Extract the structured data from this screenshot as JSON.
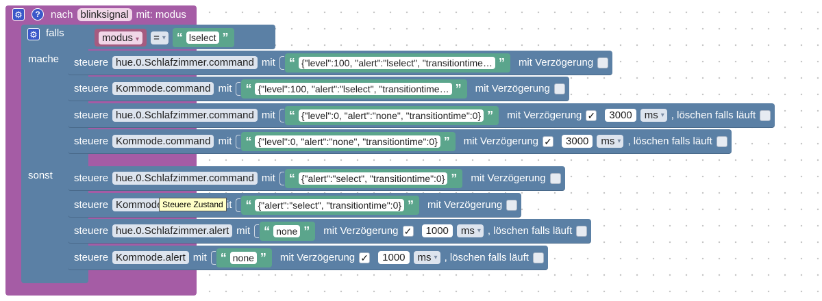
{
  "function": {
    "keyword": "nach",
    "name": "blinksignal",
    "params": "mit: modus",
    "help": "?"
  },
  "if_block": {
    "if_label": "falls",
    "then_label": "mache",
    "else_label": "sonst",
    "condition": {
      "variable": "modus",
      "operator": "=",
      "value": "lselect"
    }
  },
  "labels": {
    "control": "steuere",
    "with": "mit",
    "delay": "mit Verzögerung",
    "clear": ", löschen falls läuft"
  },
  "then_statements": [
    {
      "target": "hue.0.Schlafzimmer.command",
      "value": "{\"level\":100, \"alert\":\"lselect\", \"transitiontime…",
      "delay_checked": false
    },
    {
      "target": "Kommode.command",
      "value": "{\"level\":100, \"alert\":\"lselect\", \"transitiontime…",
      "delay_checked": false
    },
    {
      "target": "hue.0.Schlafzimmer.command",
      "value": "{\"level\":0, \"alert\":\"none\", \"transitiontime\":0}",
      "delay_checked": true,
      "delay_value": "3000",
      "delay_unit": "ms",
      "check_mark": "✓"
    },
    {
      "target": "Kommode.command",
      "value": "{\"level\":0, \"alert\":\"none\", \"transitiontime\":0}",
      "delay_checked": true,
      "delay_value": "3000",
      "delay_unit": "ms",
      "check_mark": "✓"
    }
  ],
  "else_statements": [
    {
      "target": "hue.0.Schlafzimmer.command",
      "value": "{\"alert\":\"select\", \"transitiontime\":0}",
      "delay_checked": false
    },
    {
      "target": "Kommode.command",
      "value": "{\"alert\":\"select\", \"transitiontime\":0}",
      "delay_checked": false
    },
    {
      "target": "hue.0.Schlafzimmer.alert",
      "value": "none",
      "delay_checked": true,
      "delay_value": "1000",
      "delay_unit": "ms",
      "check_mark": "✓"
    },
    {
      "target": "Kommode.alert",
      "value": "none",
      "delay_checked": true,
      "delay_value": "1000",
      "delay_unit": "ms",
      "check_mark": "✓"
    }
  ],
  "tooltip": "Steuere Zustand",
  "icons": {
    "gear": "gear-icon",
    "open_quote": "“",
    "close_quote": "”",
    "dropdown": "▾"
  },
  "colors": {
    "procedure": "#a55ca5",
    "logic": "#5b80a5",
    "text": "#5ba58c",
    "variable": "#a55b80"
  }
}
